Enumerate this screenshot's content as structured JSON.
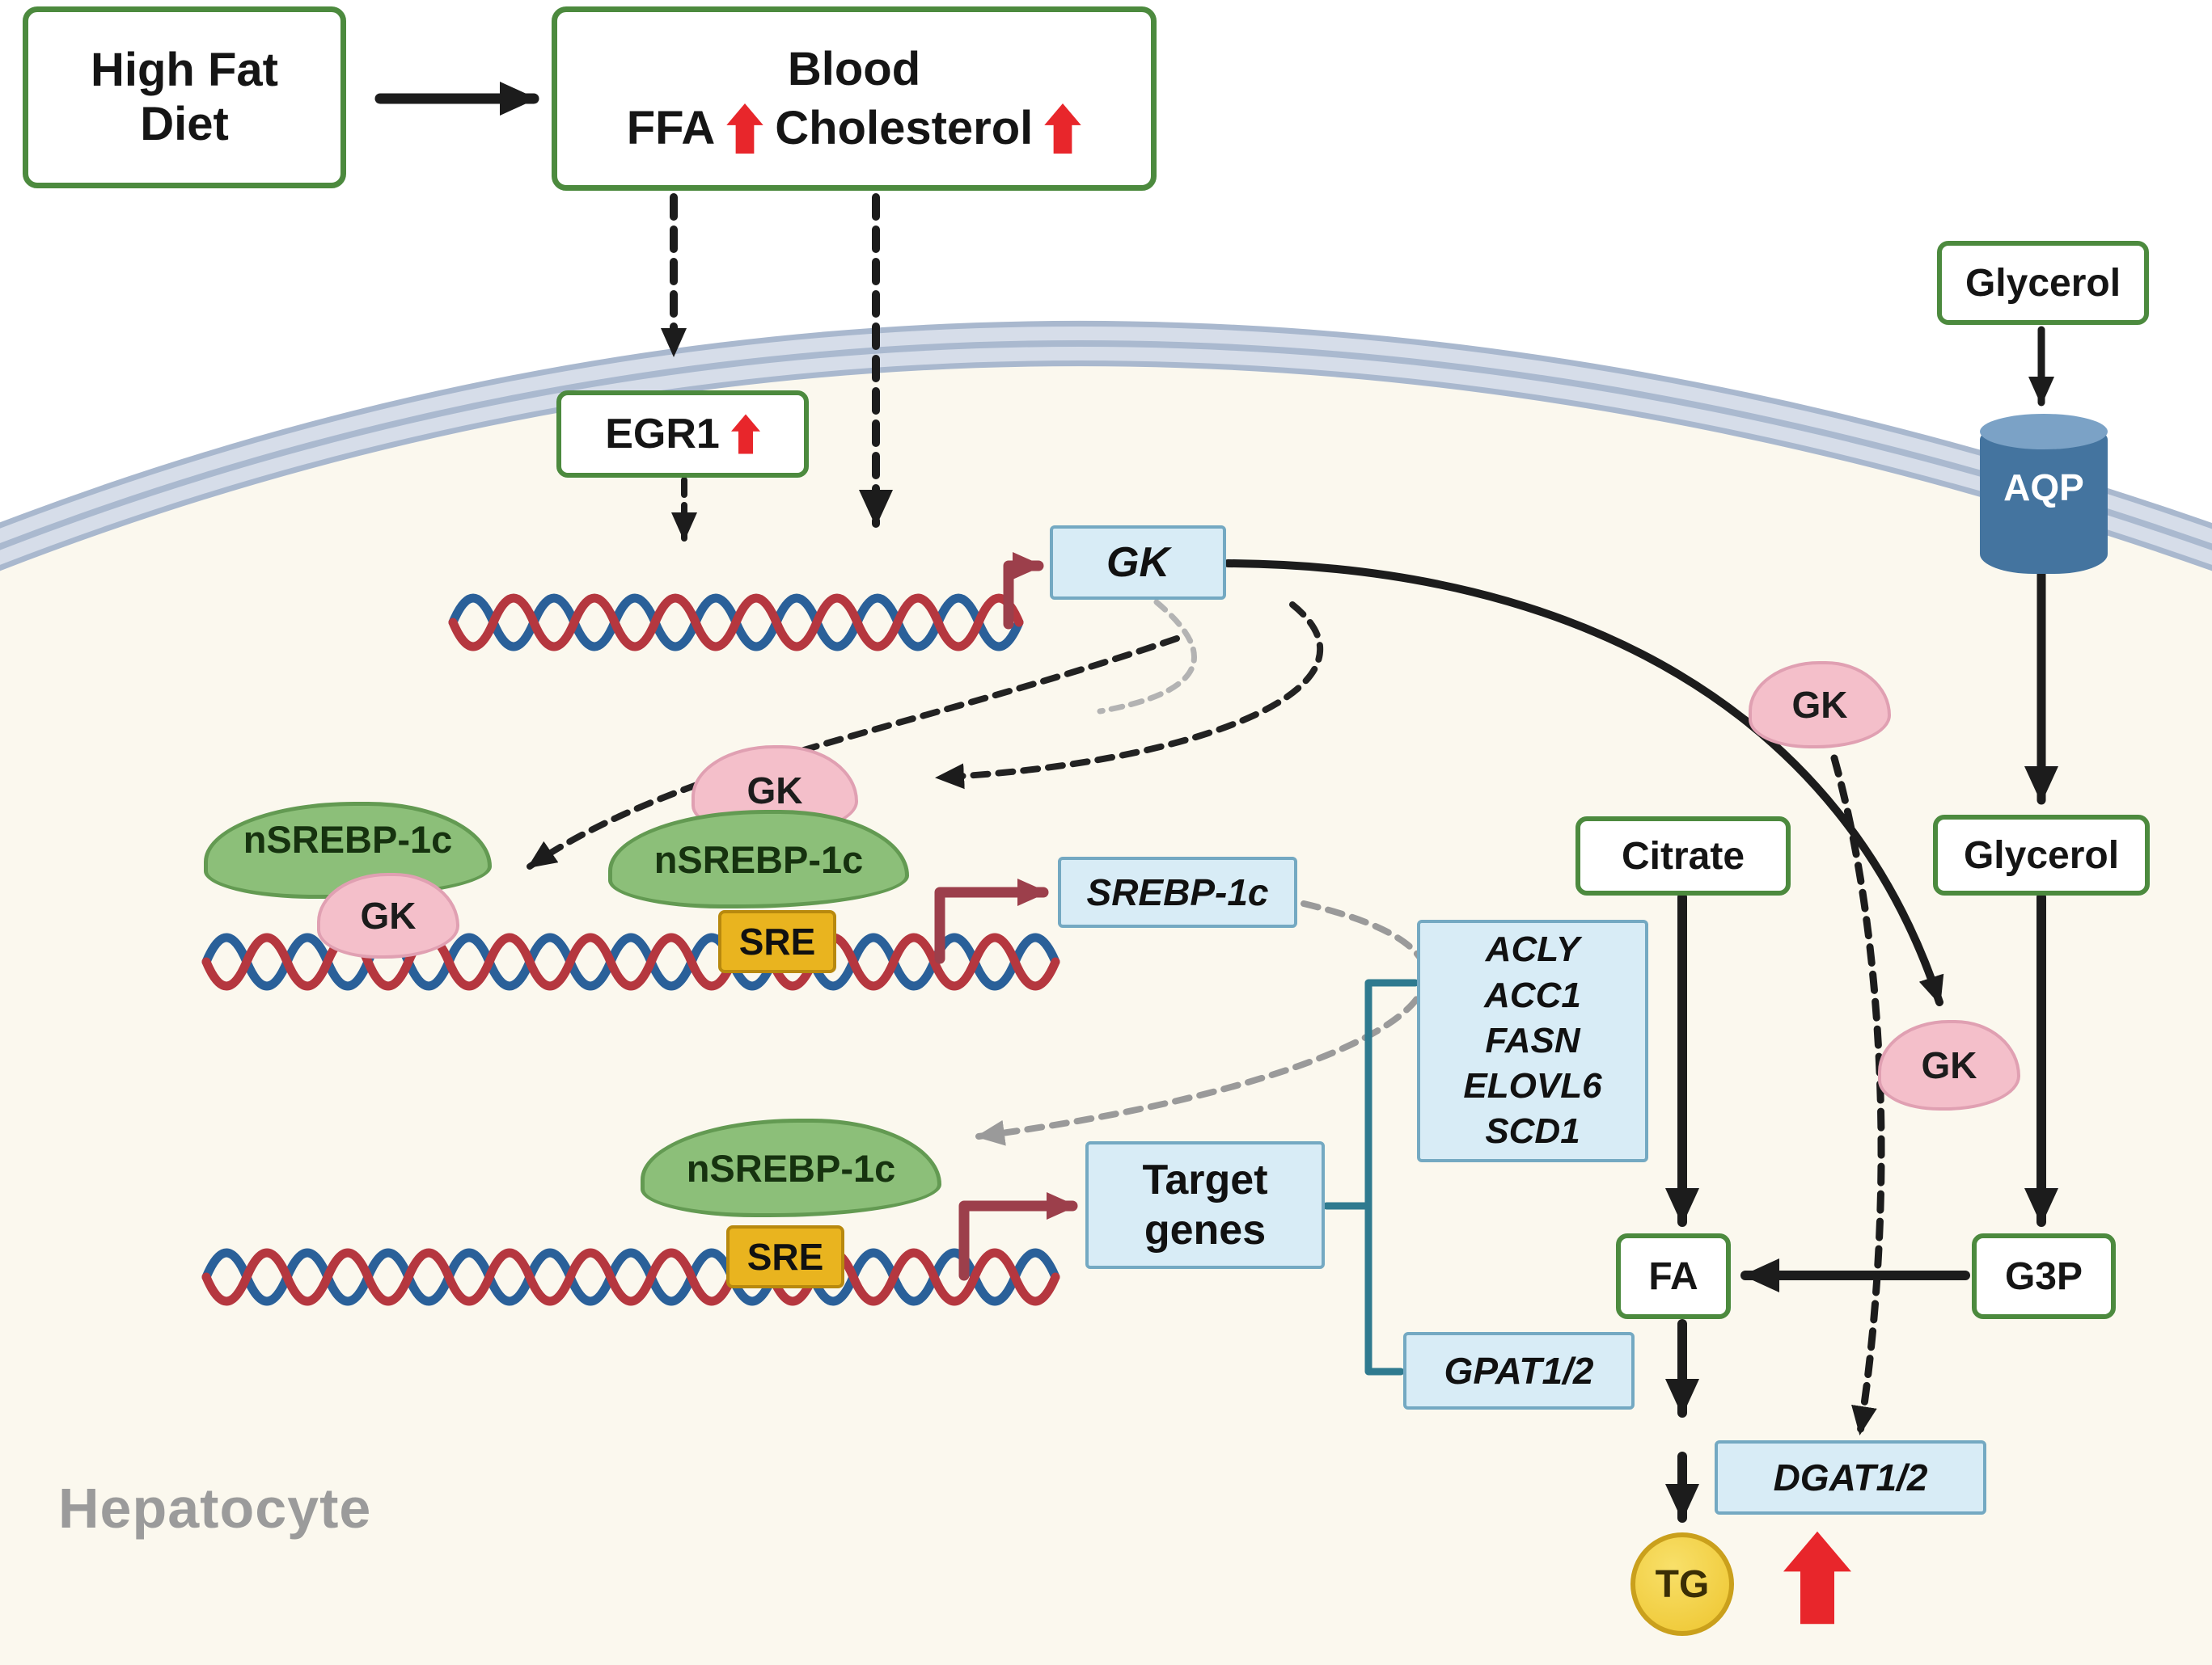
{
  "boxes": {
    "high_fat_diet": "High Fat Diet",
    "blood_title": "Blood",
    "ffa": "FFA",
    "cholesterol": "Cholesterol",
    "egr1": "EGR1",
    "glycerol_outside": "Glycerol",
    "aqp": "AQP",
    "glycerol_inside": "Glycerol",
    "citrate": "Citrate",
    "gk_gene": "GK",
    "srebp1c_gene": "SREBP-1c",
    "target_genes": "Target genes",
    "lipogenic_genes": [
      "ACLY",
      "ACC1",
      "FASN",
      "ELOVL6",
      "SCD1"
    ],
    "gpat": "GPAT1/2",
    "dgat": "DGAT1/2",
    "fa": "FA",
    "g3p": "G3P",
    "tg": "TG",
    "sre_mid": "SRE",
    "sre_bottom": "SRE",
    "nsrebp_left": "nSREBP-1c",
    "nsrebp_mid": "nSREBP-1c",
    "nsrebp_bottom": "nSREBP-1c",
    "gk_blob_left": "GK",
    "gk_blob_mid": "GK",
    "gk_blob_upper": "GK",
    "gk_blob_lower": "GK",
    "cell_label": "Hepatocyte"
  },
  "colors": {
    "green_box_border": "#4c8a3e",
    "blue_box_fill": "#d8ecf6",
    "blue_box_border": "#74a9c2",
    "sre_fill": "#e9b41f",
    "membrane_band": "#a9b8ce",
    "promoter_arrow": "#9c3f4b",
    "bracket": "#2f7a8f",
    "up_arrow_red": "#e8262b",
    "dna_blue": "#2a6099",
    "dna_red": "#b5373f",
    "nsrebp_fill": "#8cbf79",
    "gk_blob_fill": "#f4bfca",
    "aqp_fill": "#44749f",
    "tg_fill": "#eec52e",
    "cell_fill": "#fbf8ee"
  }
}
